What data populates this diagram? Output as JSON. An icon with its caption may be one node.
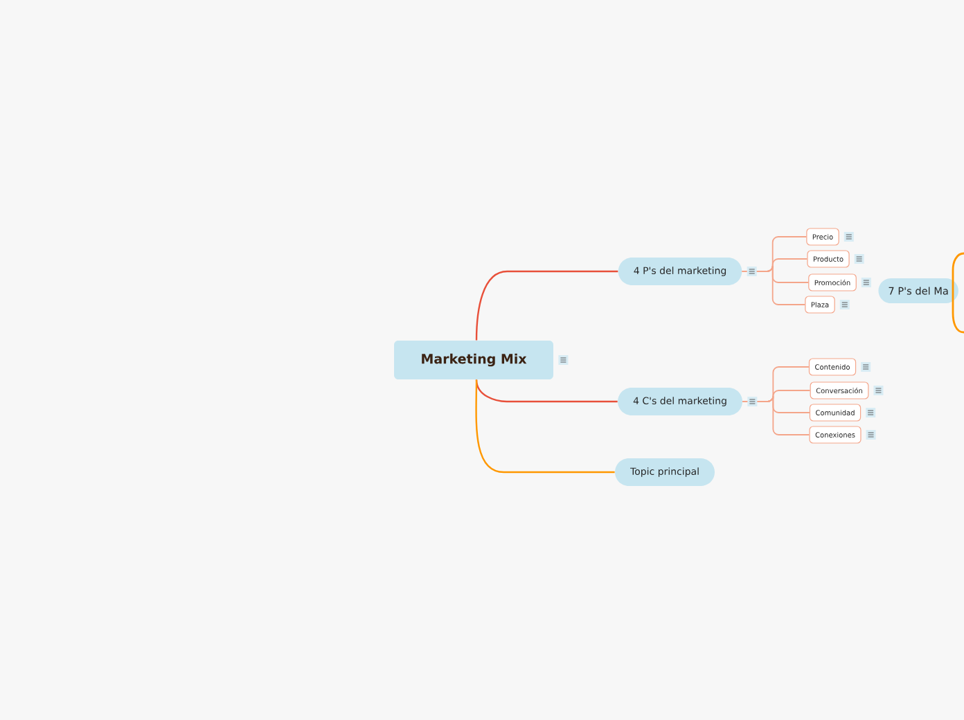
{
  "diagram": {
    "nodes": [
      {
        "text": [
          "Marketing Mix"
        ]
      },
      {
        "text": [
          "4 P's del marketing"
        ]
      },
      {
        "text": [
          "4 C's del marketing"
        ]
      },
      {
        "text": [
          "Topic principal"
        ]
      },
      {
        "text": [
          "Precio"
        ]
      },
      {
        "text": [
          "Producto"
        ]
      },
      {
        "text": [
          "Promoción"
        ]
      },
      {
        "text": [
          "Plaza"
        ]
      },
      {
        "text": [
          "7 P's del Ma"
        ]
      },
      {
        "text": [
          "Contenido"
        ]
      },
      {
        "text": [
          "Conversación"
        ]
      },
      {
        "text": [
          "Comunidad"
        ]
      },
      {
        "text": [
          "Conexiones"
        ]
      }
    ],
    "edges": [
      {
        "from": 0,
        "to": 1,
        "arrow": "none",
        "color": "#e8503a"
      },
      {
        "from": 0,
        "to": 2,
        "arrow": "none",
        "color": "#e8503a"
      },
      {
        "from": 0,
        "to": 3,
        "arrow": "none",
        "color": "#ff9800"
      },
      {
        "from": 1,
        "to": 4,
        "arrow": "none"
      },
      {
        "from": 1,
        "to": 5,
        "arrow": "none"
      },
      {
        "from": 1,
        "to": 6,
        "arrow": "none"
      },
      {
        "from": 1,
        "to": 7,
        "arrow": "none"
      },
      {
        "from": 2,
        "to": 9,
        "arrow": "none"
      },
      {
        "from": 2,
        "to": 10,
        "arrow": "none"
      },
      {
        "from": 2,
        "to": 11,
        "arrow": "none"
      },
      {
        "from": 2,
        "to": 12,
        "arrow": "none"
      }
    ]
  }
}
